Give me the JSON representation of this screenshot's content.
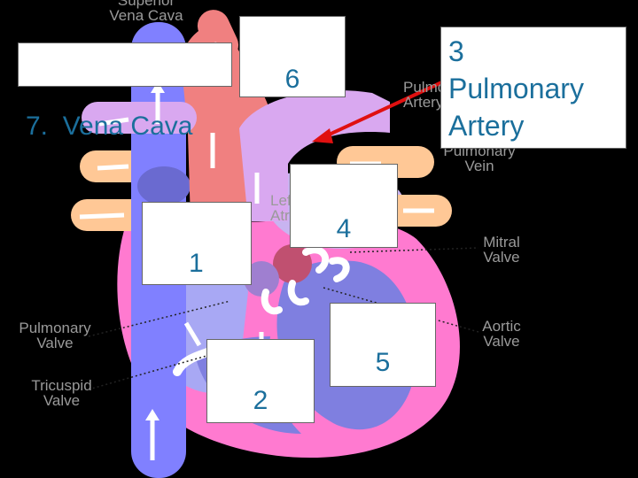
{
  "labels": {
    "superior_vena_cava": [
      "Superior",
      "Vena Cava"
    ],
    "pulmonary_artery_bg": [
      "Pulmonary",
      "Artery"
    ],
    "pulmonary_vein": [
      "Pulmonary",
      "Vein"
    ],
    "left_atrium": [
      "Left",
      "Atrium"
    ],
    "mitral_valve": [
      "Mitral",
      "Valve"
    ],
    "aortic_valve": [
      "Aortic",
      "Valve"
    ],
    "pulmonary_valve": [
      "Pulmonary",
      "Valve"
    ],
    "tricuspid_valve": [
      "Tricuspid",
      "Valve"
    ]
  },
  "boxes": {
    "b7": "7.  Vena Cava",
    "b6": "6",
    "b3": [
      "3",
      "Pulmonary",
      "Artery"
    ],
    "b4": "4",
    "b1": "1",
    "b5": "5",
    "b2": "2"
  },
  "colors": {
    "vena_cava": "#8080ff",
    "aorta": "#f08080",
    "pulmonary_artery": "#d9a8f0",
    "pulmonary_vein": "#ffc896",
    "heart_wall": "#ff7ad0",
    "ventricle": "#7f7fe0",
    "valve": "#c05070",
    "box_text": "#1b6f9c",
    "pointer": "#e01010"
  }
}
